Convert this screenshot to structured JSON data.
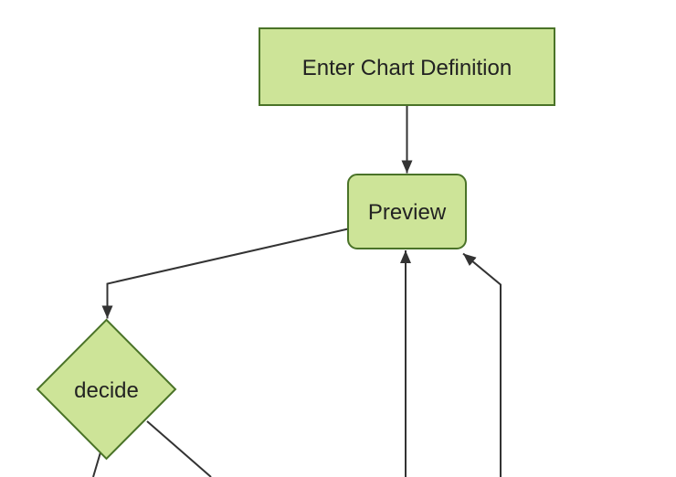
{
  "diagram": {
    "type": "flowchart",
    "direction": "top-down",
    "nodes": [
      {
        "id": "A",
        "label": "Enter Chart Definition",
        "shape": "rectangle"
      },
      {
        "id": "B",
        "label": "Preview",
        "shape": "rounded-rectangle"
      },
      {
        "id": "C",
        "label": "decide",
        "shape": "diamond"
      }
    ],
    "edges": [
      {
        "from": "A",
        "to": "B",
        "arrow": true
      },
      {
        "from": "B",
        "to": "C",
        "arrow": true
      },
      {
        "from": "offscreen-bottom",
        "to": "B",
        "arrow": true
      },
      {
        "from": "offscreen-bottom-right",
        "to": "B",
        "arrow": true
      },
      {
        "from": "C",
        "to": "offscreen-bottom-left",
        "arrow": false
      },
      {
        "from": "C",
        "to": "offscreen-bottom-right",
        "arrow": false
      }
    ]
  },
  "theme": {
    "canvas-bg": "#ffffff",
    "node-fill": "#cde498",
    "node-border": "#4a7328",
    "edge-color": "#333333",
    "text-color": "#222222"
  }
}
